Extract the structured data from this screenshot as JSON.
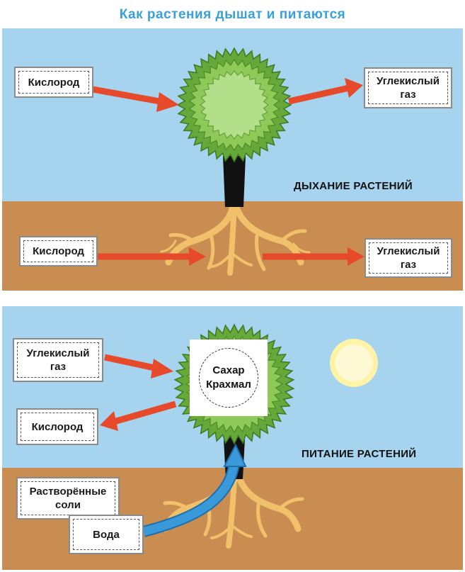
{
  "title": "Как растения дышат и питаются",
  "respiration": {
    "heading": "ДЫХАНИЕ РАСТЕНИЙ",
    "top_in": "Кислород",
    "top_out": "Углекислый\nгаз",
    "bottom_in": "Кислород",
    "bottom_out": "Углекислый\nгаз"
  },
  "nutrition": {
    "heading": "ПИТАНИЕ РАСТЕНИЙ",
    "gas_in": "Углекислый\nгаз",
    "oxygen_out": "Кислород",
    "salts": "Растворённые\nсоли",
    "water": "Вода",
    "sugar": "Сахар",
    "starch": "Крахмал"
  },
  "colors": {
    "sky": "#a6d4ee",
    "soil": "#c98d52",
    "arrow": "#e64a2a",
    "water_arrow": "#3a9ad9",
    "leaf_outer": "#66a83a",
    "leaf_mid": "#8fc957",
    "leaf_inner": "#b4df8a",
    "trunk": "#111111",
    "roots": "#f0c16a",
    "sun": "#fff3a8"
  }
}
